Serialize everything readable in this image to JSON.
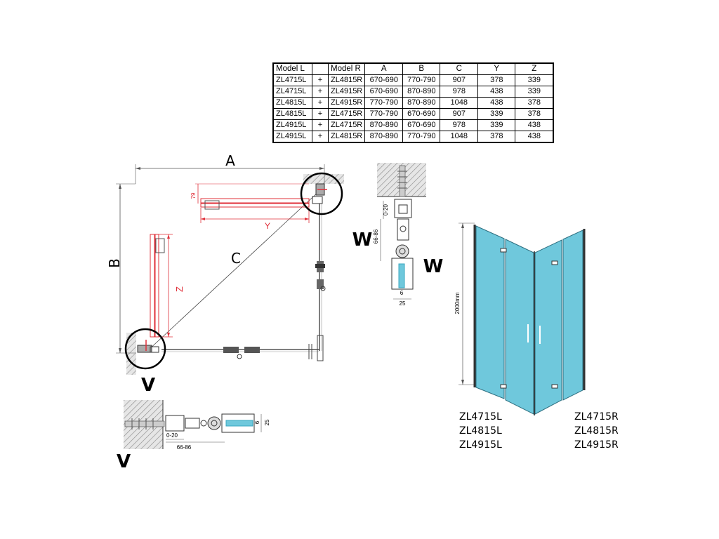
{
  "table": {
    "headers": [
      "Model L",
      "",
      "Model R",
      "A",
      "B",
      "C",
      "Y",
      "Z"
    ],
    "rows": [
      [
        "ZL4715L",
        "+",
        "ZL4815R",
        "670-690",
        "770-790",
        "907",
        "378",
        "339"
      ],
      [
        "ZL4715L",
        "+",
        "ZL4915R",
        "670-690",
        "870-890",
        "978",
        "438",
        "339"
      ],
      [
        "ZL4815L",
        "+",
        "ZL4915R",
        "770-790",
        "870-890",
        "1048",
        "438",
        "378"
      ],
      [
        "ZL4815L",
        "+",
        "ZL4715R",
        "770-790",
        "670-690",
        "907",
        "339",
        "378"
      ],
      [
        "ZL4915L",
        "+",
        "ZL4715R",
        "870-890",
        "670-690",
        "978",
        "339",
        "438"
      ],
      [
        "ZL4915L",
        "+",
        "ZL4815R",
        "870-890",
        "770-790",
        "1048",
        "378",
        "438"
      ]
    ]
  },
  "plan": {
    "label_a": "A",
    "label_b": "B",
    "label_c": "C",
    "label_y": "Y",
    "label_z": "Z",
    "dim_79": "79",
    "detail_v": "V"
  },
  "detail_w": {
    "label": "W",
    "gap": "0-20",
    "range": "66-86",
    "glass": "6",
    "width": "25"
  },
  "detail_v": {
    "label": "V",
    "gap": "0-20",
    "range": "66-86",
    "glass": "6",
    "depth": "25"
  },
  "side_w_label": "W",
  "elevation": {
    "height": "2000mm"
  },
  "models_left": [
    "ZL4715L",
    "ZL4815L",
    "ZL4915L"
  ],
  "models_right": [
    "ZL4715R",
    "ZL4815R",
    "ZL4915R"
  ],
  "colors": {
    "glass": "#6fc8dc",
    "glass_dark": "#3aa7c0",
    "red_dim": "#e0303a",
    "line": "#333333",
    "hatch": "#888888"
  }
}
